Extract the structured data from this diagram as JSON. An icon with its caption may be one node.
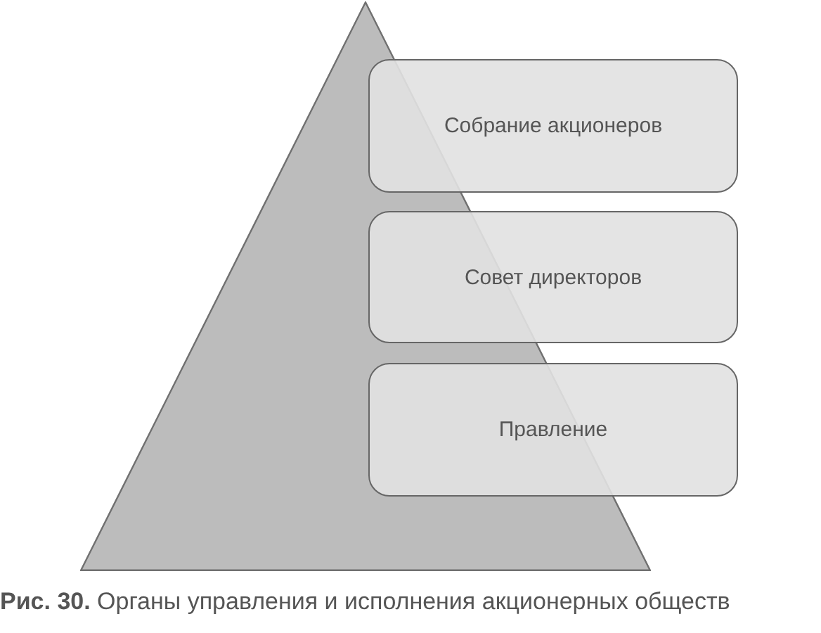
{
  "diagram": {
    "caption": "**Рис. 30.** Органы управления и исполнения акционерных обществ",
    "nodes": [
      {
        "text": [],
        "shape": "triangle"
      },
      {
        "text": [
          "Собрание акционеров"
        ]
      },
      {
        "text": [
          "Совет директоров"
        ]
      },
      {
        "text": [
          "Правление"
        ]
      }
    ]
  }
}
